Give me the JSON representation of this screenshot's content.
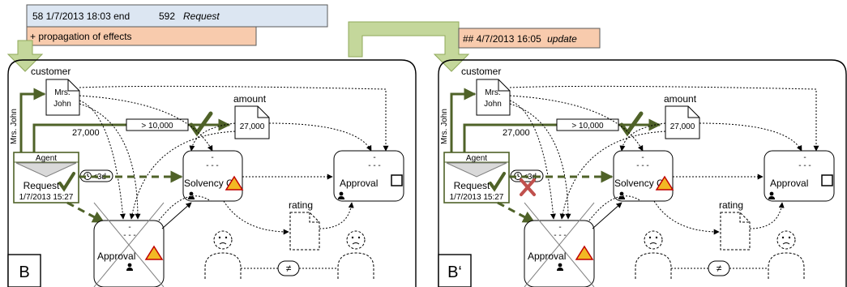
{
  "header": {
    "event_prefix": "58 1/7/2013 18:03 end",
    "event_number": "592",
    "event_type": "Request",
    "propagation_note": "+ propagation of effects",
    "update_prefix": "## 4/7/2013 16:05",
    "update_type": "update"
  },
  "panels": [
    {
      "id": "B",
      "label": "B",
      "customer_title": "customer",
      "customer_name_line1": "Mrs.",
      "customer_name_line2": "John",
      "side_label": "Mrs. John",
      "amount_title": "amount",
      "amount_value": "27,000",
      "edge_value": "27,000",
      "condition": "> 10,000",
      "agent_label": "Agent",
      "request_title": "Request",
      "request_date": "1/7/2013 15:27",
      "timer_label": "<3d",
      "placeholder_top": "-",
      "placeholder_bottom": "- - -",
      "solvency_label": "Solvency C",
      "approval_label": "Approval",
      "rating_label": "rating",
      "lower_approval_label": "Approval",
      "not_equal": "≠",
      "timer_violated": false
    },
    {
      "id": "B-prime",
      "label": "B‘",
      "customer_title": "customer",
      "customer_name_line1": "Mrs.",
      "customer_name_line2": "John",
      "side_label": "Mrs. John",
      "amount_title": "amount",
      "amount_value": "27,000",
      "edge_value": "27,000",
      "condition": "> 10,000",
      "agent_label": "Agent",
      "request_title": "Request",
      "request_date": "1/7/2013 15:27",
      "timer_label": "<3d",
      "placeholder_top": "-",
      "placeholder_bottom": "- - -",
      "solvency_label": "Solvency C",
      "approval_label": "Approval",
      "rating_label": "rating",
      "lower_approval_label": "Approval",
      "not_equal": "≠",
      "timer_violated": true
    }
  ],
  "colors": {
    "event_box": "#dce6f2",
    "propagation_box": "#f8cbad",
    "flow_arrow": "#c4d79b",
    "check": "#4f6228",
    "flow_line": "#4f6228",
    "warning_fill": "#f2b824",
    "warning_stroke": "#c00000",
    "cross": "#c0504d"
  }
}
